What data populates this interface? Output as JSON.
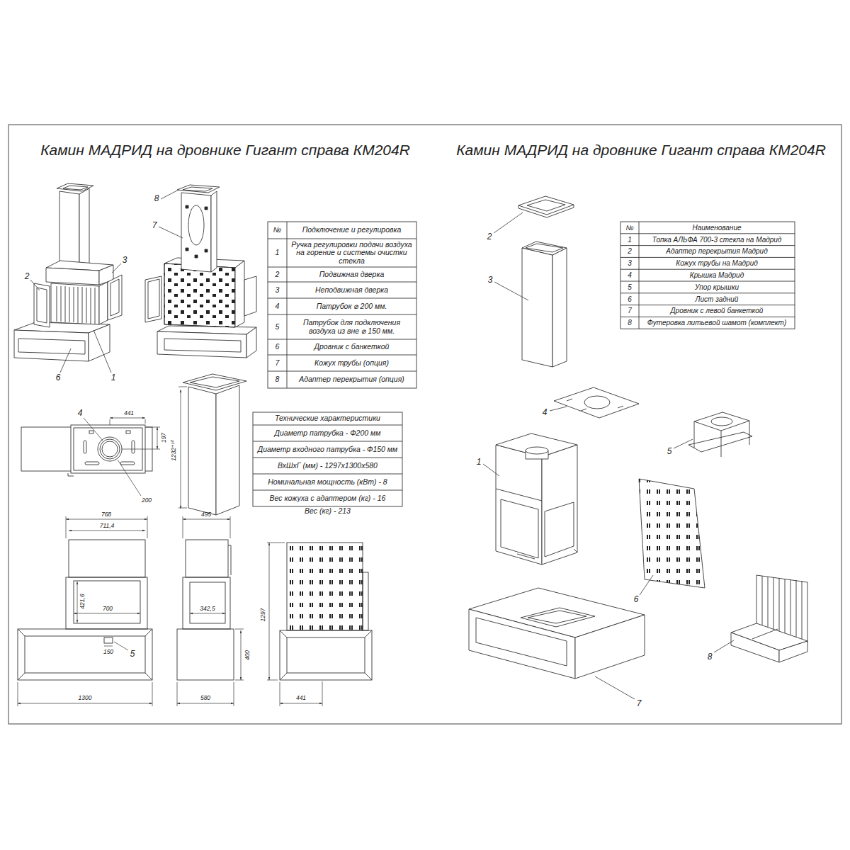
{
  "diagram": {
    "title": "Камин МАДРИД на дровнике Гигант справа КМ204R",
    "labels": [
      "Камин МАДРИД на дровнике Гигант справа КМ204R",
      "№",
      "Подключение и регулировка",
      "1",
      "Ручка регулировки подачи воздуха на горение и системы очистки стекла",
      "2",
      "Подвижная дверка",
      "3",
      "Неподвижная дверка",
      "4",
      "Патрубок ⌀ 200 мм.",
      "5",
      "Патрубок для подключения воздуха из вне ⌀ 150 мм.",
      "6",
      "Дровник с банкеткой",
      "7",
      "Кожух трубы (опция)",
      "8",
      "Адаптер перекрытия (опция)",
      "Технические характеристики",
      "Диаметр патрубка - Ф200 мм",
      "Диаметр входного патрубка - Ф150 мм",
      "ВхШхГ (мм) - 1297х1300х580",
      "Номинальная мощность (кВт) - 8",
      "Вес кожуха с адаптером (кг) - 16",
      "Вес (кг) - 213",
      "№",
      "Наименование",
      "1",
      "Топка АЛЬФА 700-3 стекла на Мадрид",
      "2",
      "Адаптер перекрытия Мадрид",
      "3",
      "Кожух трубы на Мадрид",
      "4",
      "Крышка Мадрид",
      "5",
      "Упор крышки",
      "6",
      "Лист задний",
      "7",
      "Дровник с левой банкеткой",
      "8",
      "Футеровка литьевой шамот (комплект)",
      "8",
      "7",
      "2",
      "3",
      "6",
      "1",
      "4",
      "5",
      "441",
      "197",
      "200",
      "1232⁺¹⁰",
      "768",
      "711,4",
      "421,6",
      "700",
      "150",
      "1300",
      "495",
      "342,5",
      "580",
      "1297",
      "400",
      "441",
      "2",
      "3",
      "4",
      "5",
      "1",
      "6",
      "8",
      "7"
    ]
  }
}
